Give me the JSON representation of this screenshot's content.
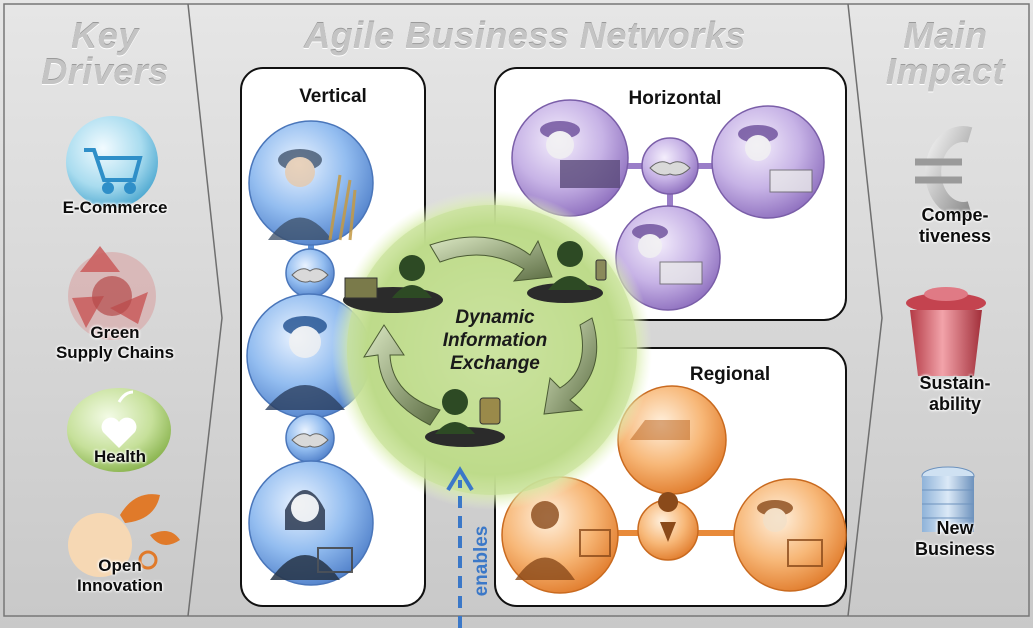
{
  "columns": {
    "left_title": [
      "Key",
      "Drivers"
    ],
    "center_title": "Agile Business Networks",
    "right_title": [
      "Main",
      "Impact"
    ]
  },
  "drivers": [
    {
      "icon": "shopping-cart-icon",
      "label": [
        "E-Commerce"
      ],
      "color": "#2f8fc8"
    },
    {
      "icon": "recycle-globe-icon",
      "label": [
        "Green",
        "Supply Chains"
      ],
      "color": "#c95a5a"
    },
    {
      "icon": "apple-heart-icon",
      "label": [
        "Health"
      ],
      "color": "#7fae3a"
    },
    {
      "icon": "lightbulb-gears-icon",
      "label": [
        "Open",
        "Innovation"
      ],
      "color": "#e07a2a"
    }
  ],
  "networks": {
    "vertical": {
      "title": "Vertical",
      "color": "#5b8fd6"
    },
    "horizontal": {
      "title": "Horizontal",
      "color": "#9a7ec8"
    },
    "regional": {
      "title": "Regional",
      "color": "#e88a3a"
    }
  },
  "center": {
    "lines": [
      "Dynamic",
      "Information",
      "Exchange"
    ],
    "color": "#a9cc6a"
  },
  "enables_label": "enables",
  "impacts": [
    {
      "icon": "euro-icon",
      "label": [
        "Compe-",
        "tiveness"
      ]
    },
    {
      "icon": "recycle-bin-icon",
      "label": [
        "Sustain-",
        "ability"
      ]
    },
    {
      "icon": "building-icon",
      "label": [
        "New",
        "Business"
      ]
    }
  ]
}
